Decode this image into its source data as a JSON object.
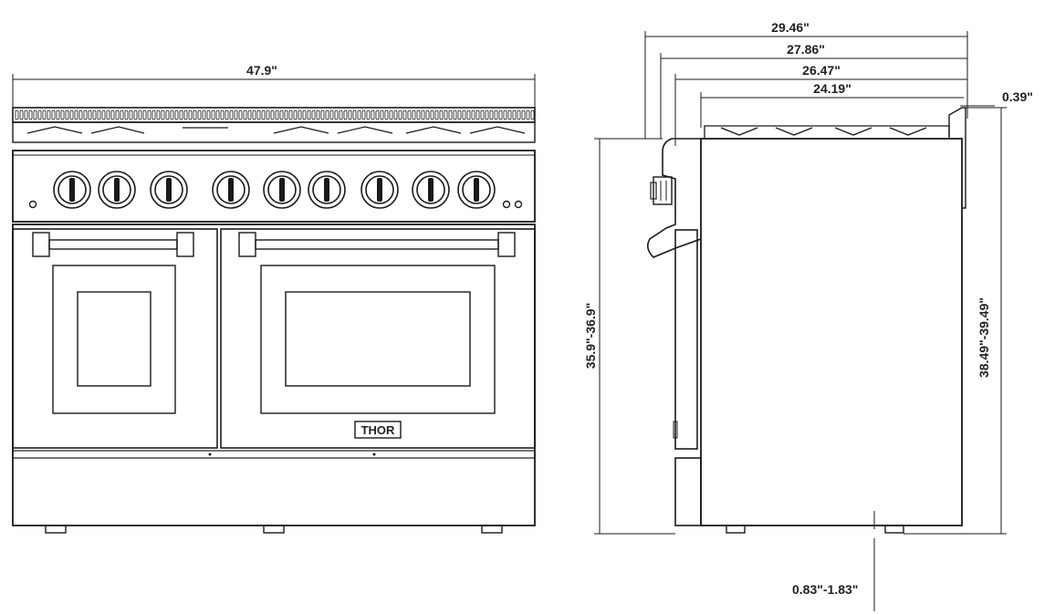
{
  "front_view": {
    "width_label": "47.9\"",
    "knob_count": 9,
    "brand_badge": "THOR"
  },
  "side_view": {
    "depth_labels": [
      "29.46\"",
      "27.86\"",
      "26.47\"",
      "24.19\""
    ],
    "backguard_label": "0.39\"",
    "height_left_label": "35.9\"-36.9\"",
    "height_right_label": "38.49\"-39.49\"",
    "leg_adjust_label": "0.83\"-1.83\""
  },
  "colors": {
    "line": "#1a1a1a",
    "background": "#ffffff"
  }
}
